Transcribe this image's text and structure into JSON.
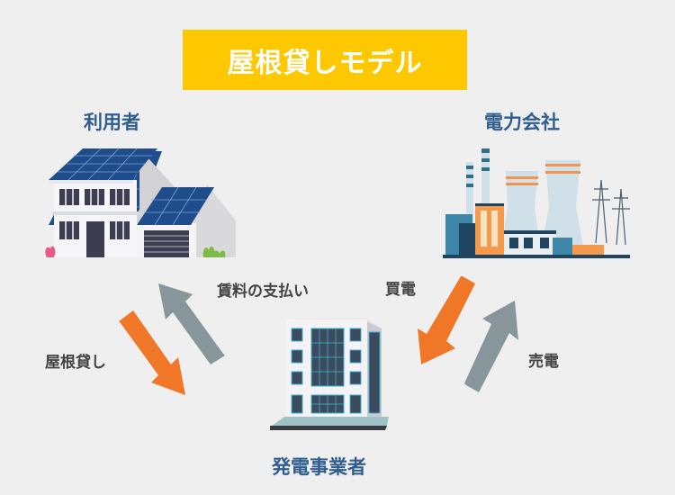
{
  "title": "屋根貸しモデル",
  "nodes": {
    "user": "利用者",
    "power_company": "電力会社",
    "generator": "発電事業者"
  },
  "flows": {
    "rent_payment": "賃料の支払い",
    "roof_lending": "屋根貸し",
    "buy_power": "買電",
    "sell_power": "売電"
  },
  "colors": {
    "title_bg": "#fdc800",
    "node_label": "#2f5d8f",
    "orange_arrow": "#f07628",
    "gray_arrow": "#87969a"
  }
}
